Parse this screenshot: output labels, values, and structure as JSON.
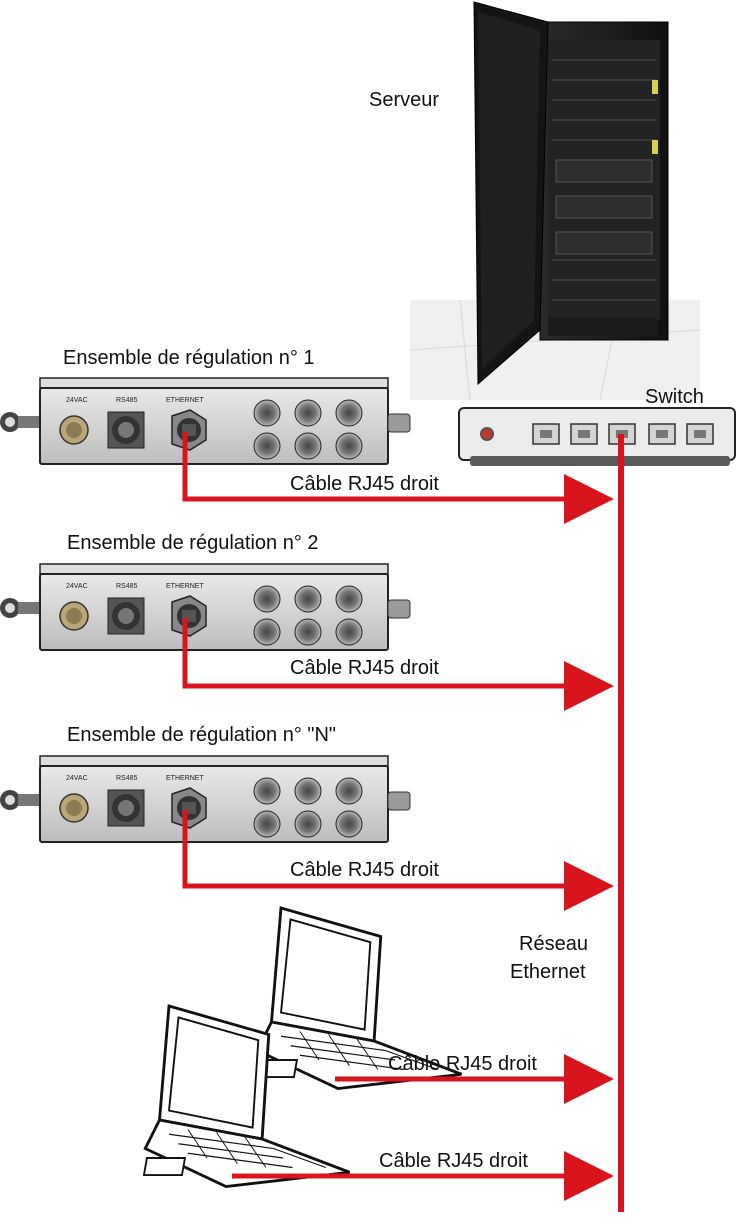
{
  "server_label": "Serveur",
  "switch_label": "Switch",
  "network_label_line1": "Réseau",
  "network_label_line2": "Ethernet",
  "cable_label": "Câble RJ45 droit",
  "modules": [
    {
      "title": "Ensemble de régulation n° 1"
    },
    {
      "title": "Ensemble de régulation n° 2"
    },
    {
      "title": "Ensemble de régulation n° \"N\""
    }
  ],
  "connector_labels": {
    "power": "24VAC",
    "serial": "RS485",
    "ethernet": "ETHERNET"
  },
  "colors": {
    "cable": "#d8151c",
    "enclosure": "#cfcfcf",
    "rack": "#1b1b1b"
  }
}
